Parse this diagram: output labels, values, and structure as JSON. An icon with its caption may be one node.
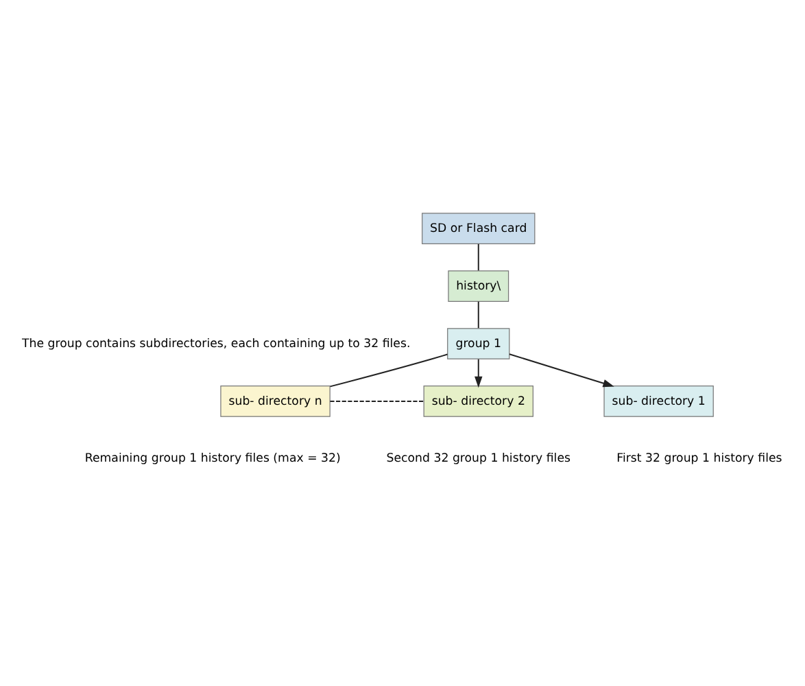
{
  "diagram": {
    "nodes": [
      {
        "text": [
          "SD or Flash card"
        ]
      },
      {
        "text": [
          "history\\"
        ]
      },
      {
        "text": [
          "group 1"
        ]
      },
      {
        "text": [
          "sub- directory n"
        ],
        "beside": [
          "Remaining group 1 history files (max = 32)"
        ]
      },
      {
        "text": [
          "sub- directory 2"
        ],
        "beside": [
          "Second 32 group 1 history files"
        ]
      },
      {
        "text": [
          "sub- directory 1"
        ],
        "beside": [
          "First 32 group 1 history files"
        ]
      }
    ],
    "edges": [
      {
        "from": 0,
        "to": 1,
        "arrow": "none"
      },
      {
        "from": 1,
        "to": 2,
        "arrow": "none"
      },
      {
        "from": 2,
        "to": 3,
        "arrow": "none"
      },
      {
        "from": 2,
        "to": 4,
        "arrow": "to"
      },
      {
        "from": 2,
        "to": 5,
        "arrow": "to"
      },
      {
        "from": 3,
        "to": 4,
        "arrow": "none",
        "style": "dashed"
      }
    ],
    "labels": [
      "The group contains subdirectories, each containing up to 32 files."
    ]
  }
}
